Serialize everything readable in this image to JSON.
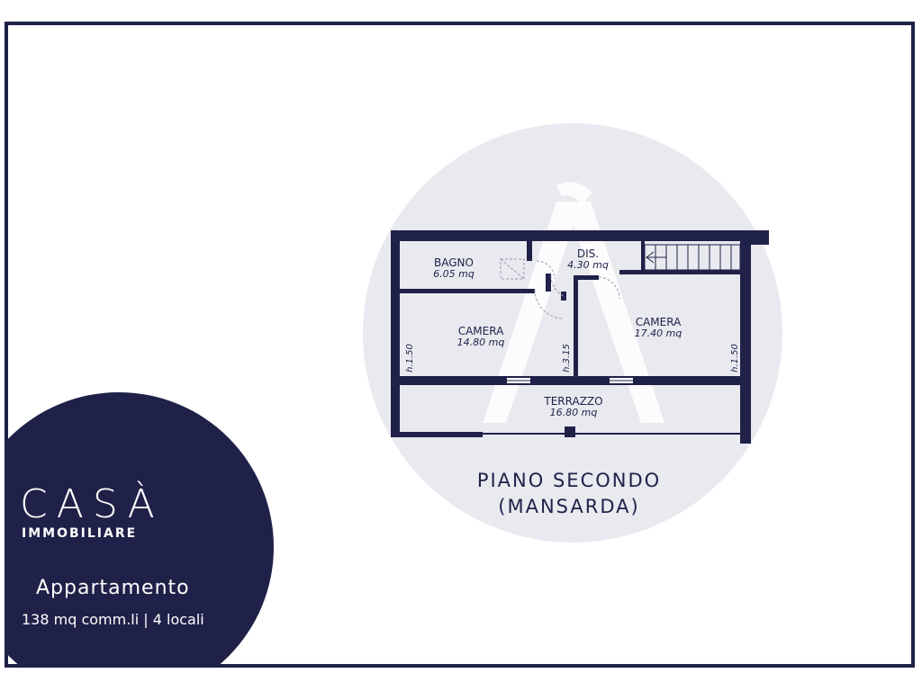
{
  "brand": {
    "name": "CASÀ",
    "subtitle": "IMMOBILIARE",
    "color": "#1f2148"
  },
  "listing": {
    "type": "Appartamento",
    "details": "138 mq comm.li | 4 locali"
  },
  "floor": {
    "title_line1": "PIANO SECONDO",
    "title_line2": "(MANSARDA)"
  },
  "rooms": [
    {
      "name": "BAGNO",
      "area": "6.05 mq"
    },
    {
      "name": "DIS.",
      "area": "4.30 mq"
    },
    {
      "name": "CAMERA",
      "area": "14.80 mq"
    },
    {
      "name": "CAMERA",
      "area": "17.40 mq"
    },
    {
      "name": "TERRAZZO",
      "area": "16.80 mq"
    }
  ],
  "heights": [
    "h.1.50",
    "h.3.15",
    "h.1.50"
  ],
  "watermark_color": "#e8e8ef"
}
